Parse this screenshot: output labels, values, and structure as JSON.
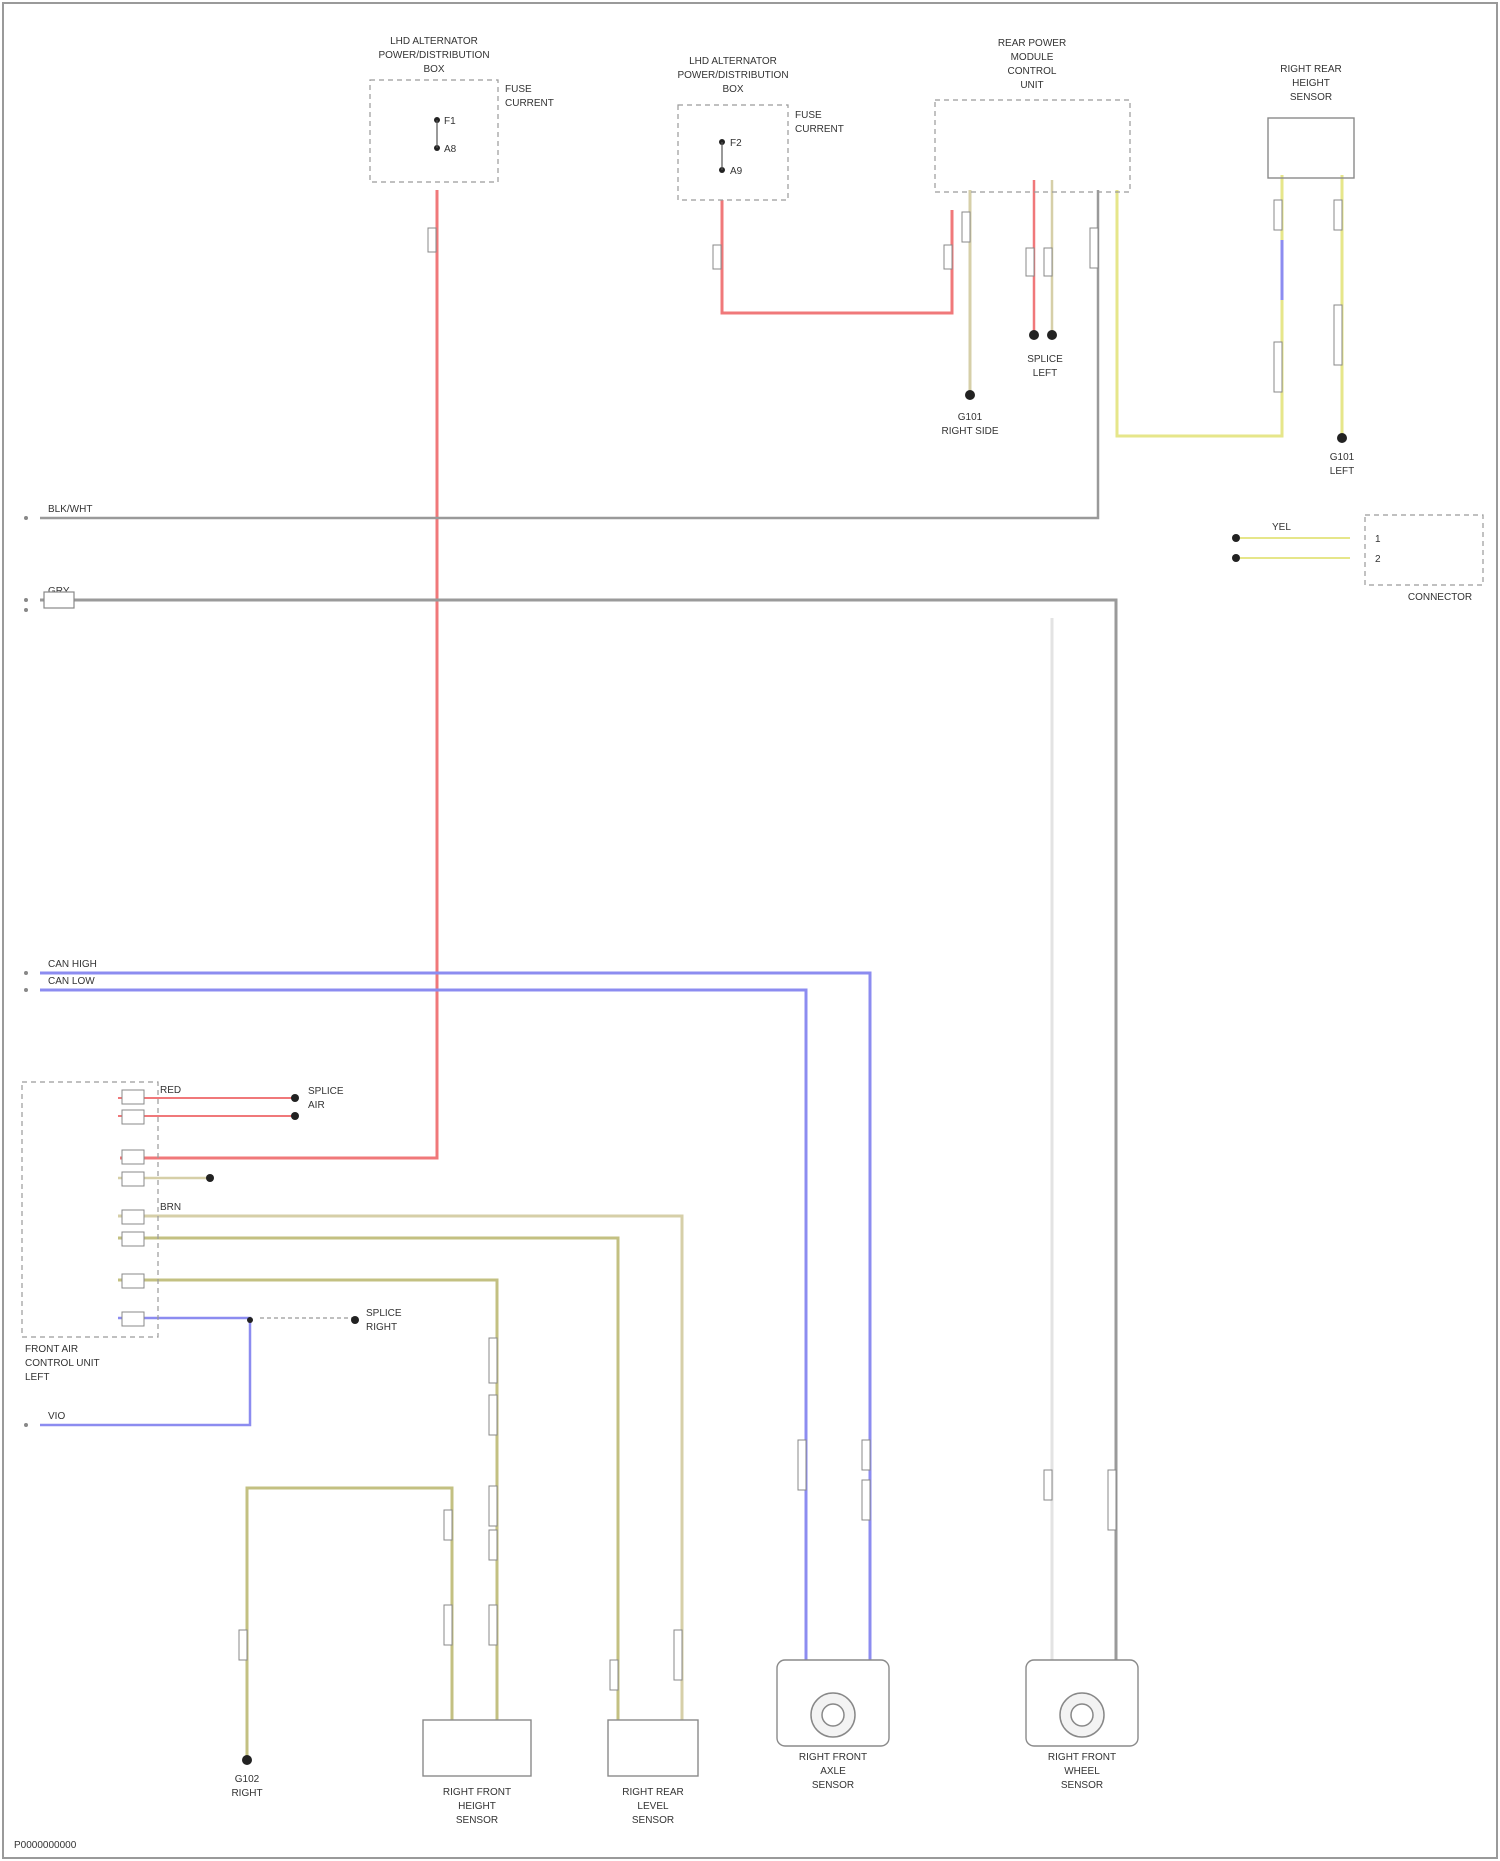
{
  "colors": {
    "red": "#f0787a",
    "violet": "#8c8cf0",
    "gray": "#9a9a9a",
    "light_gray": "#cfcfcf",
    "tan": "#d6cfa8",
    "olive": "#c3c082",
    "yellow": "#e6e68a",
    "white": "#e8e8e8"
  },
  "components": {
    "fuse_box_left": {
      "title": [
        "LHD ALTERNATOR",
        "POWER/DISTRIBUTION",
        "BOX"
      ],
      "note": [
        "FUSE",
        "CURRENT"
      ],
      "pin_top": "F1",
      "pin_bottom": "A8"
    },
    "fuse_box_center": {
      "title": [
        "LHD ALTERNATOR",
        "POWER/DISTRIBUTION",
        "BOX"
      ],
      "note": [
        "FUSE",
        "CURRENT"
      ],
      "pin_top": "F2",
      "pin_bottom": "A9"
    },
    "rear_module": {
      "title": [
        "REAR POWER",
        "MODULE",
        "CONTROL",
        "UNIT"
      ]
    },
    "right_module": {
      "title": [
        "RIGHT REAR",
        "HEIGHT",
        "SENSOR"
      ]
    },
    "control_unit": {
      "title": [
        "FRONT AIR",
        "CONTROL UNIT",
        "LEFT"
      ]
    },
    "sensor_bottom_1": {
      "title": [
        "RIGHT FRONT",
        "HEIGHT",
        "SENSOR"
      ]
    },
    "sensor_bottom_2": {
      "title": [
        "RIGHT REAR",
        "LEVEL",
        "SENSOR"
      ]
    },
    "sensor_bottom_3": {
      "title": [
        "RIGHT FRONT",
        "AXLE",
        "SENSOR"
      ]
    },
    "sensor_bottom_4": {
      "title": [
        "RIGHT FRONT",
        "WHEEL",
        "SENSOR"
      ]
    },
    "right_connector": {
      "title": [
        "CONNECTOR"
      ],
      "pins": [
        "1",
        "2"
      ]
    }
  },
  "labels": {
    "ground_left": [
      "G101",
      "RIGHT SIDE"
    ],
    "ground_right": [
      "G101",
      "LEFT"
    ],
    "ground_bottom": [
      "G102",
      "RIGHT"
    ],
    "splice_left": [
      "SPLICE",
      "AIR"
    ],
    "splice_mid": [
      "SPLICE",
      "LEFT"
    ],
    "splice_right": [
      "SPLICE",
      "RIGHT"
    ],
    "can_high": "CAN HIGH",
    "can_low": "CAN LOW",
    "line_blk": "BLK/WHT",
    "line_vio": "VIO",
    "line_gry": "GRY",
    "line_red": "RED",
    "line_brn": "BRN",
    "line_yel": "YEL",
    "footer": "P0000000000"
  }
}
